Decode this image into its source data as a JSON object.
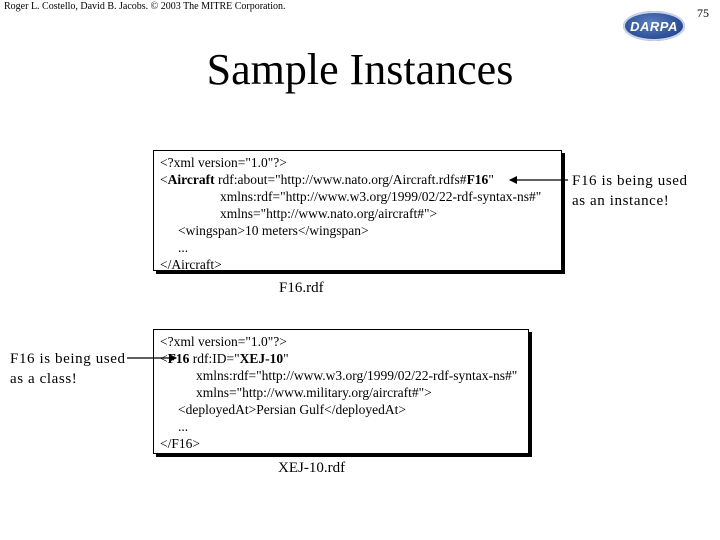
{
  "header": {
    "credit": "Roger L. Costello, David B. Jacobs. © 2003 The MITRE Corporation.",
    "page_number": "75",
    "logo_text": "DARPA"
  },
  "title": "Sample Instances",
  "top_example": {
    "line1": "<?xml version=\"1.0\"?>",
    "line2_prefix": "<",
    "line2_tag": "Aircraft",
    "line2_middle": " rdf:about=\"http://www.nato.org/Aircraft.rdfs#",
    "line2_bold": "F16",
    "line2_suffix": "\"",
    "line3": "xmlns:rdf=\"http://www.w3.org/1999/02/22-rdf-syntax-ns#\"",
    "line4": "xmlns=\"http://www.nato.org/aircraft#\">",
    "line5": "<wingspan>10 meters</wingspan>",
    "line6": "...",
    "line7": "</Aircraft>",
    "caption": "F16.rdf",
    "note_line1": "F16 is being used",
    "note_line2": "as an instance!"
  },
  "bottom_example": {
    "line1": "<?xml version=\"1.0\"?>",
    "line2_prefix": "<",
    "line2_tag": "F16",
    "line2_middle": " rdf:ID=\"",
    "line2_bold": "XEJ-10",
    "line2_suffix": "\"",
    "line3": "xmlns:rdf=\"http://www.w3.org/1999/02/22-rdf-syntax-ns#\"",
    "line4": "xmlns=\"http://www.military.org/aircraft#\">",
    "line5": "<deployedAt>Persian Gulf</deployedAt>",
    "line6": "...",
    "line7": "</F16>",
    "caption": "XEJ-10.rdf",
    "note_line1": "F16 is being used",
    "note_line2": "as a class!"
  }
}
